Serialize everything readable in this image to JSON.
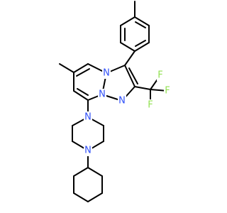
{
  "molecule": {
    "colors": {
      "bond": "#000000",
      "nitrogen": "#3050F8",
      "fluorine": "#90E050",
      "background": "#ffffff"
    },
    "atoms": [
      {
        "symbol": "N",
        "element": "nitrogen"
      },
      {
        "symbol": "N",
        "element": "nitrogen"
      },
      {
        "symbol": "N",
        "element": "nitrogen"
      },
      {
        "symbol": "N",
        "element": "nitrogen"
      },
      {
        "symbol": "N",
        "element": "nitrogen"
      },
      {
        "symbol": "F",
        "element": "fluorine"
      },
      {
        "symbol": "F",
        "element": "fluorine"
      },
      {
        "symbol": "F",
        "element": "fluorine"
      }
    ]
  }
}
